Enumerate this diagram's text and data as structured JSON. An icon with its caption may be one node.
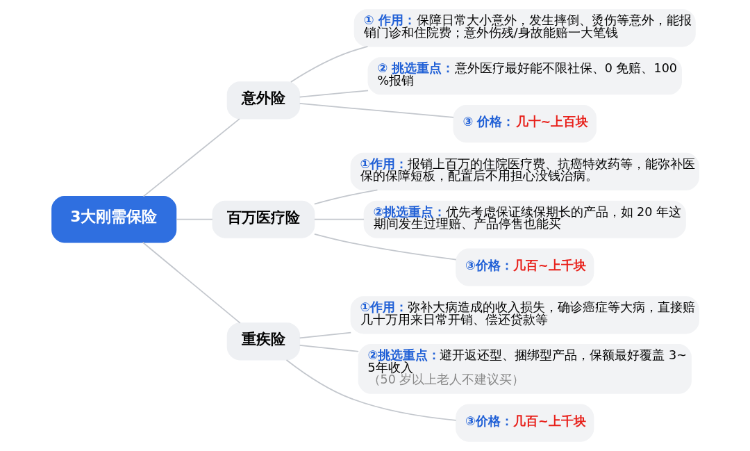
{
  "diagram": {
    "nodes": [
      {
        "text": [
          "3大刚需保险"
        ]
      },
      {
        "text": [
          "意外险"
        ]
      },
      {
        "text": [
          "① 作用：",
          "保障日常大小意外，发生摔倒、烫伤等意外，能报销门诊和住院费；意外伤残/身故能赔一大笔钱"
        ]
      },
      {
        "text": [
          "② 挑选重点：",
          "意外医疗最好能不限社保、0 免赔、100%报销"
        ]
      },
      {
        "text": [
          "③ 价格：",
          "几十~上百块"
        ]
      },
      {
        "text": [
          "百万医疗险"
        ]
      },
      {
        "text": [
          "①作用：",
          "报销上百万的住院医疗费、抗癌特效药等，能弥补医保的保障短板，配置后不用担心没钱治病。"
        ]
      },
      {
        "text": [
          "②挑选重点：",
          "优先考虑保证续保期长的产品，如 20 年这期间发生过理赔、产品停售也能买"
        ]
      },
      {
        "text": [
          "③价格：",
          "几百~上千块"
        ]
      },
      {
        "text": [
          "重疾险"
        ]
      },
      {
        "text": [
          "①作用：",
          "弥补大病造成的收入损失，确诊癌症等大病，直接赔几十万用来日常开销、偿还贷款等"
        ]
      },
      {
        "text": [
          "②挑选重点：",
          "避开返还型、捆绑型产品，保额最好覆盖 3~5年收入",
          "（50 岁以上老人不建议买）"
        ]
      },
      {
        "text": [
          "③价格：",
          "几百~上千块"
        ]
      }
    ],
    "edges": [
      {
        "from": 0,
        "to": 1,
        "arrow": "none"
      },
      {
        "from": 0,
        "to": 5,
        "arrow": "none"
      },
      {
        "from": 0,
        "to": 9,
        "arrow": "none"
      },
      {
        "from": 1,
        "to": 2,
        "arrow": "none"
      },
      {
        "from": 1,
        "to": 3,
        "arrow": "none"
      },
      {
        "from": 1,
        "to": 4,
        "arrow": "none"
      },
      {
        "from": 5,
        "to": 6,
        "arrow": "none"
      },
      {
        "from": 5,
        "to": 7,
        "arrow": "none"
      },
      {
        "from": 5,
        "to": 8,
        "arrow": "none"
      },
      {
        "from": 9,
        "to": 10,
        "arrow": "none"
      },
      {
        "from": 9,
        "to": 11,
        "arrow": "none"
      },
      {
        "from": 9,
        "to": 12,
        "arrow": "none"
      }
    ]
  }
}
